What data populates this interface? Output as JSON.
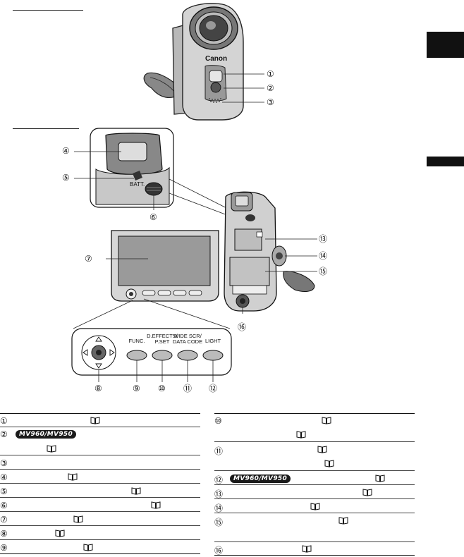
{
  "camera": {
    "brand": "Canon",
    "batt_label": "BATT.",
    "buttons": [
      "FUNC.",
      "D.EFFECTS/\nP.SET",
      "WIDE SCR/\nDATA CODE",
      "LIGHT"
    ]
  },
  "callouts": [
    "①",
    "②",
    "③",
    "④",
    "⑤",
    "⑥",
    "⑦",
    "⑧",
    "⑨",
    "⑩",
    "⑪",
    "⑫",
    "⑬",
    "⑭",
    "⑮",
    "⑯"
  ],
  "legend": {
    "left": [
      {
        "num": "①",
        "badge": "",
        "book": true
      },
      {
        "num": "②",
        "badge": "MV960/MV950",
        "book": true,
        "two_line": true
      },
      {
        "num": "③",
        "badge": "",
        "book": false
      },
      {
        "num": "④",
        "badge": "",
        "book": true
      },
      {
        "num": "⑤",
        "badge": "",
        "book": true
      },
      {
        "num": "⑥",
        "badge": "",
        "book": true
      },
      {
        "num": "⑦",
        "badge": "",
        "book": true
      },
      {
        "num": "⑧",
        "badge": "",
        "book": true
      },
      {
        "num": "⑨",
        "badge": "",
        "book": true
      }
    ],
    "right": [
      {
        "num": "⑩",
        "badge": "",
        "book": true,
        "two_line": true
      },
      {
        "num": "⑪",
        "badge": "",
        "book": true,
        "two_line": true
      },
      {
        "num": "⑫",
        "badge": "MV960/MV950",
        "book": true
      },
      {
        "num": "⑬",
        "badge": "",
        "book": true
      },
      {
        "num": "⑭",
        "badge": "",
        "book": true
      },
      {
        "num": "⑮",
        "badge": "",
        "book": true,
        "two_line": true
      },
      {
        "num": "⑯",
        "badge": "",
        "book": true
      }
    ]
  }
}
